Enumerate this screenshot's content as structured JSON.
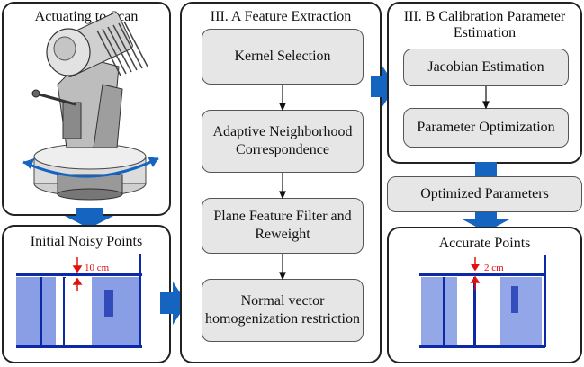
{
  "panels": {
    "scan": {
      "title": "Actuating to Scan"
    },
    "initial": {
      "title": "Initial Noisy Points",
      "annotation": "10 cm"
    },
    "feature": {
      "title": "III. A Feature Extraction",
      "steps": [
        "Kernel Selection",
        "Adaptive Neighborhood Correspondence",
        "Plane Feature Filter and Reweight",
        "Normal vector homogenization restriction"
      ]
    },
    "calib": {
      "title_line1": "III. B Calibration Parameter",
      "title_line2": "Estimation",
      "steps": [
        "Jacobian Estimation",
        "Parameter Optimization"
      ]
    },
    "optimized": {
      "label": "Optimized Parameters"
    },
    "accurate": {
      "title": "Accurate Points",
      "annotation": "2 cm"
    }
  },
  "colors": {
    "arrow": "#1565c0",
    "box_fill": "#e6e6e6",
    "point_blue": "#1f3fbf",
    "annotation": "#e01010"
  }
}
